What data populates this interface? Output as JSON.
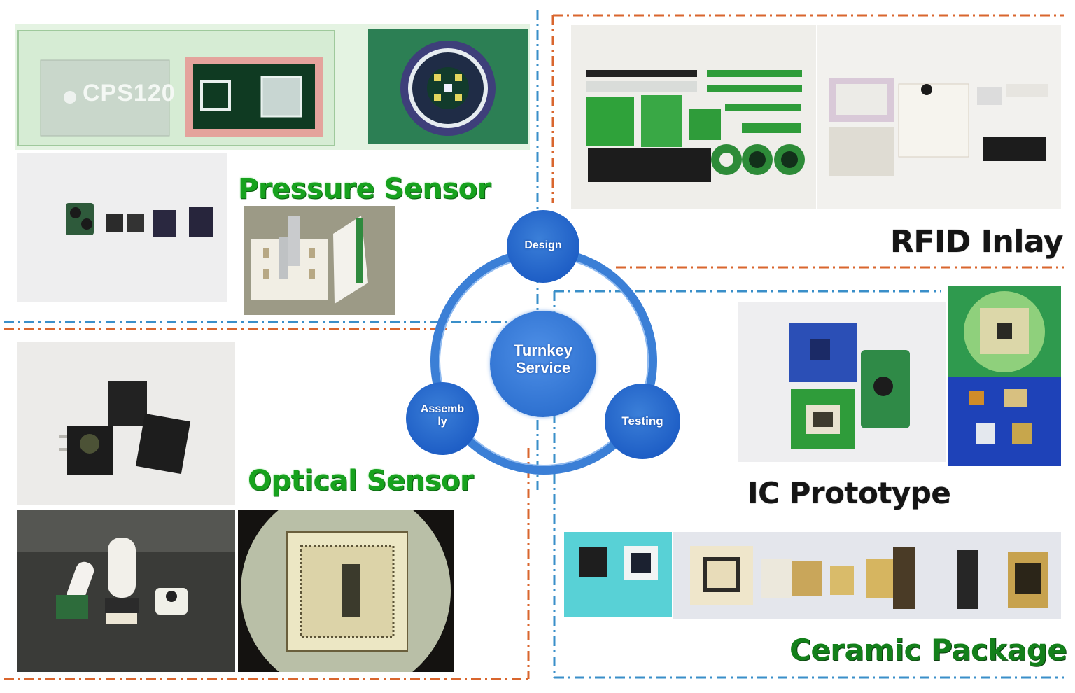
{
  "sections": {
    "pressure": {
      "label": "Pressure Sensor",
      "chip_marking": "CPS120"
    },
    "rfid": {
      "label": "RFID Inlay"
    },
    "optical": {
      "label": "Optical Sensor"
    },
    "ic_prototype": {
      "label": "IC Prototype"
    },
    "ceramic": {
      "label": "Ceramic Package"
    }
  },
  "hub": {
    "center_label": [
      "Turnkey",
      "Service"
    ],
    "design_label": "Design",
    "testing_label": "Testing",
    "assembly_label": [
      "Assemb",
      "ly"
    ]
  },
  "colors": {
    "hub_blue": "#2f72d1",
    "ring_blue": "#3b7fd6",
    "divider_orange": "#d9662e",
    "divider_blue": "#3a8fc9",
    "label_green": "#17a21e"
  }
}
